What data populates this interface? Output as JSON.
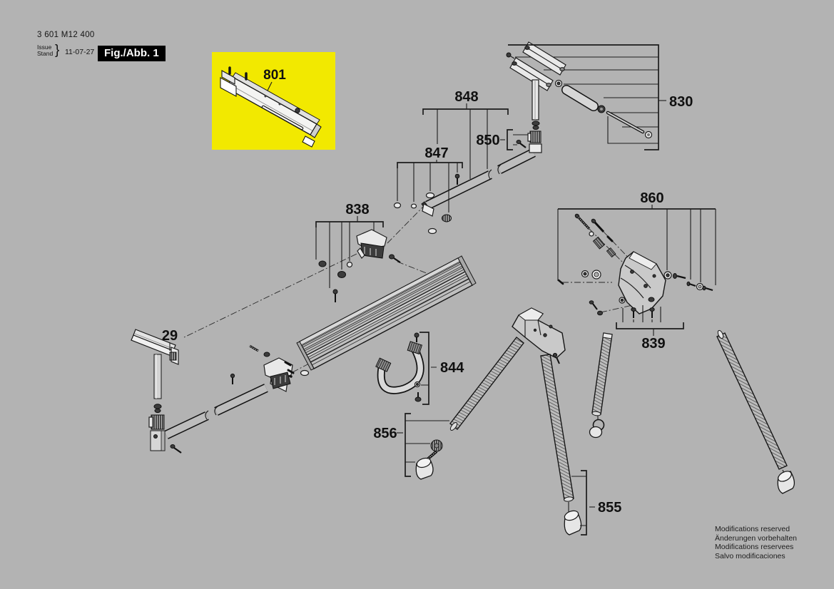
{
  "header": {
    "part_number": "3 601 M12 400",
    "issue_line1": "Issue",
    "issue_line2": "Stand",
    "issue_brace": "}",
    "issue_date": "11-07-27",
    "figure_label": "Fig./Abb. 1"
  },
  "highlight": {
    "label": "801"
  },
  "diagram": {
    "labels": {
      "l29": "29",
      "l830": "830",
      "l838": "838",
      "l839": "839",
      "l844": "844",
      "l847": "847",
      "l848": "848",
      "l850": "850",
      "l855": "855",
      "l856": "856",
      "l860": "860"
    }
  },
  "footer": {
    "line1": "Modifications reserved",
    "line2": "Änderungen vorbehalten",
    "line3": "Modifications reservees",
    "line4": "Salvo modificaciones"
  },
  "colors": {
    "background": "#b3b3b3",
    "highlight_yellow": "#f2e900",
    "figure_box_bg": "#000000",
    "ink": "#1a1a1a"
  }
}
